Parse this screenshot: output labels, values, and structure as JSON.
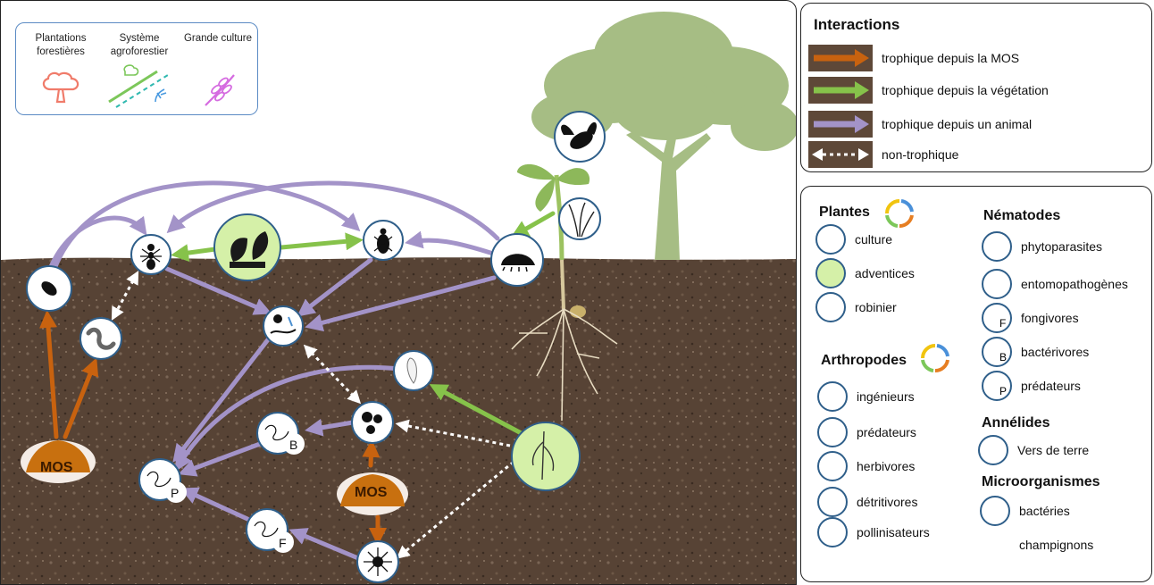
{
  "systems": {
    "items": [
      {
        "label": "Plantations forestières",
        "color": "#f07b6a"
      },
      {
        "label": "Système agroforestier",
        "color": "#7cc75a"
      },
      {
        "label": "Grande culture",
        "color": "#d56be0"
      }
    ]
  },
  "diagram": {
    "mos_label": "MOS",
    "nematode_letters": {
      "b": "B",
      "p": "P",
      "f": "F"
    }
  },
  "interactions": {
    "title": "Interactions",
    "items": [
      {
        "label": "trophique depuis la MOS",
        "color": "#c8620f"
      },
      {
        "label": "trophique depuis la végétation",
        "color": "#86c24a"
      },
      {
        "label": "trophique depuis un animal",
        "color": "#a393c8"
      },
      {
        "label": "non-trophique",
        "color": "#ffffff"
      }
    ]
  },
  "legend": {
    "plantes": {
      "title": "Plantes",
      "items": [
        "culture",
        "adventices",
        "robinier"
      ]
    },
    "arthropodes": {
      "title": "Arthropodes",
      "items": [
        "ingénieurs",
        "prédateurs",
        "herbivores",
        "détritivores",
        "pollinisateurs"
      ]
    },
    "nematodes": {
      "title": "Nématodes",
      "items": [
        "phytoparasites",
        "entomopathogènes",
        "fongivores",
        "bactérivores",
        "prédateurs"
      ],
      "letters": [
        "F",
        "B",
        "P"
      ]
    },
    "annelides": {
      "title": "Annélides",
      "items": [
        "Vers de terre"
      ]
    },
    "microorganismes": {
      "title": "Microorganismes",
      "items": [
        "bactéries",
        "champignons"
      ]
    }
  }
}
